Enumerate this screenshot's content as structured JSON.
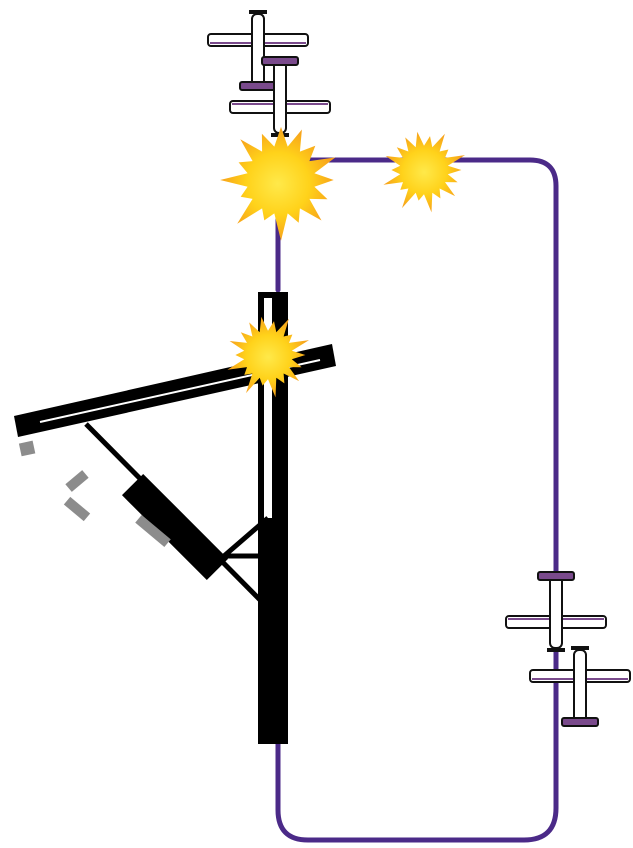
{
  "diagram": {
    "kind": "airport traffic pattern with collision markers",
    "colors": {
      "background": "#ffffff",
      "pattern_path": "#4b2a88",
      "runway": "#000000",
      "taxiway_marking": "#8c8c8c",
      "explosion_outer": "#f7a21b",
      "explosion_inner": "#ffe94a",
      "aircraft_body": "#ffffff",
      "aircraft_outline": "#111111",
      "aircraft_accent": "#7a4a8c"
    },
    "icons": {
      "aircraft": "airplane-icon",
      "collision": "explosion-icon"
    },
    "aircraft_count": 4,
    "explosion_count": 3
  }
}
